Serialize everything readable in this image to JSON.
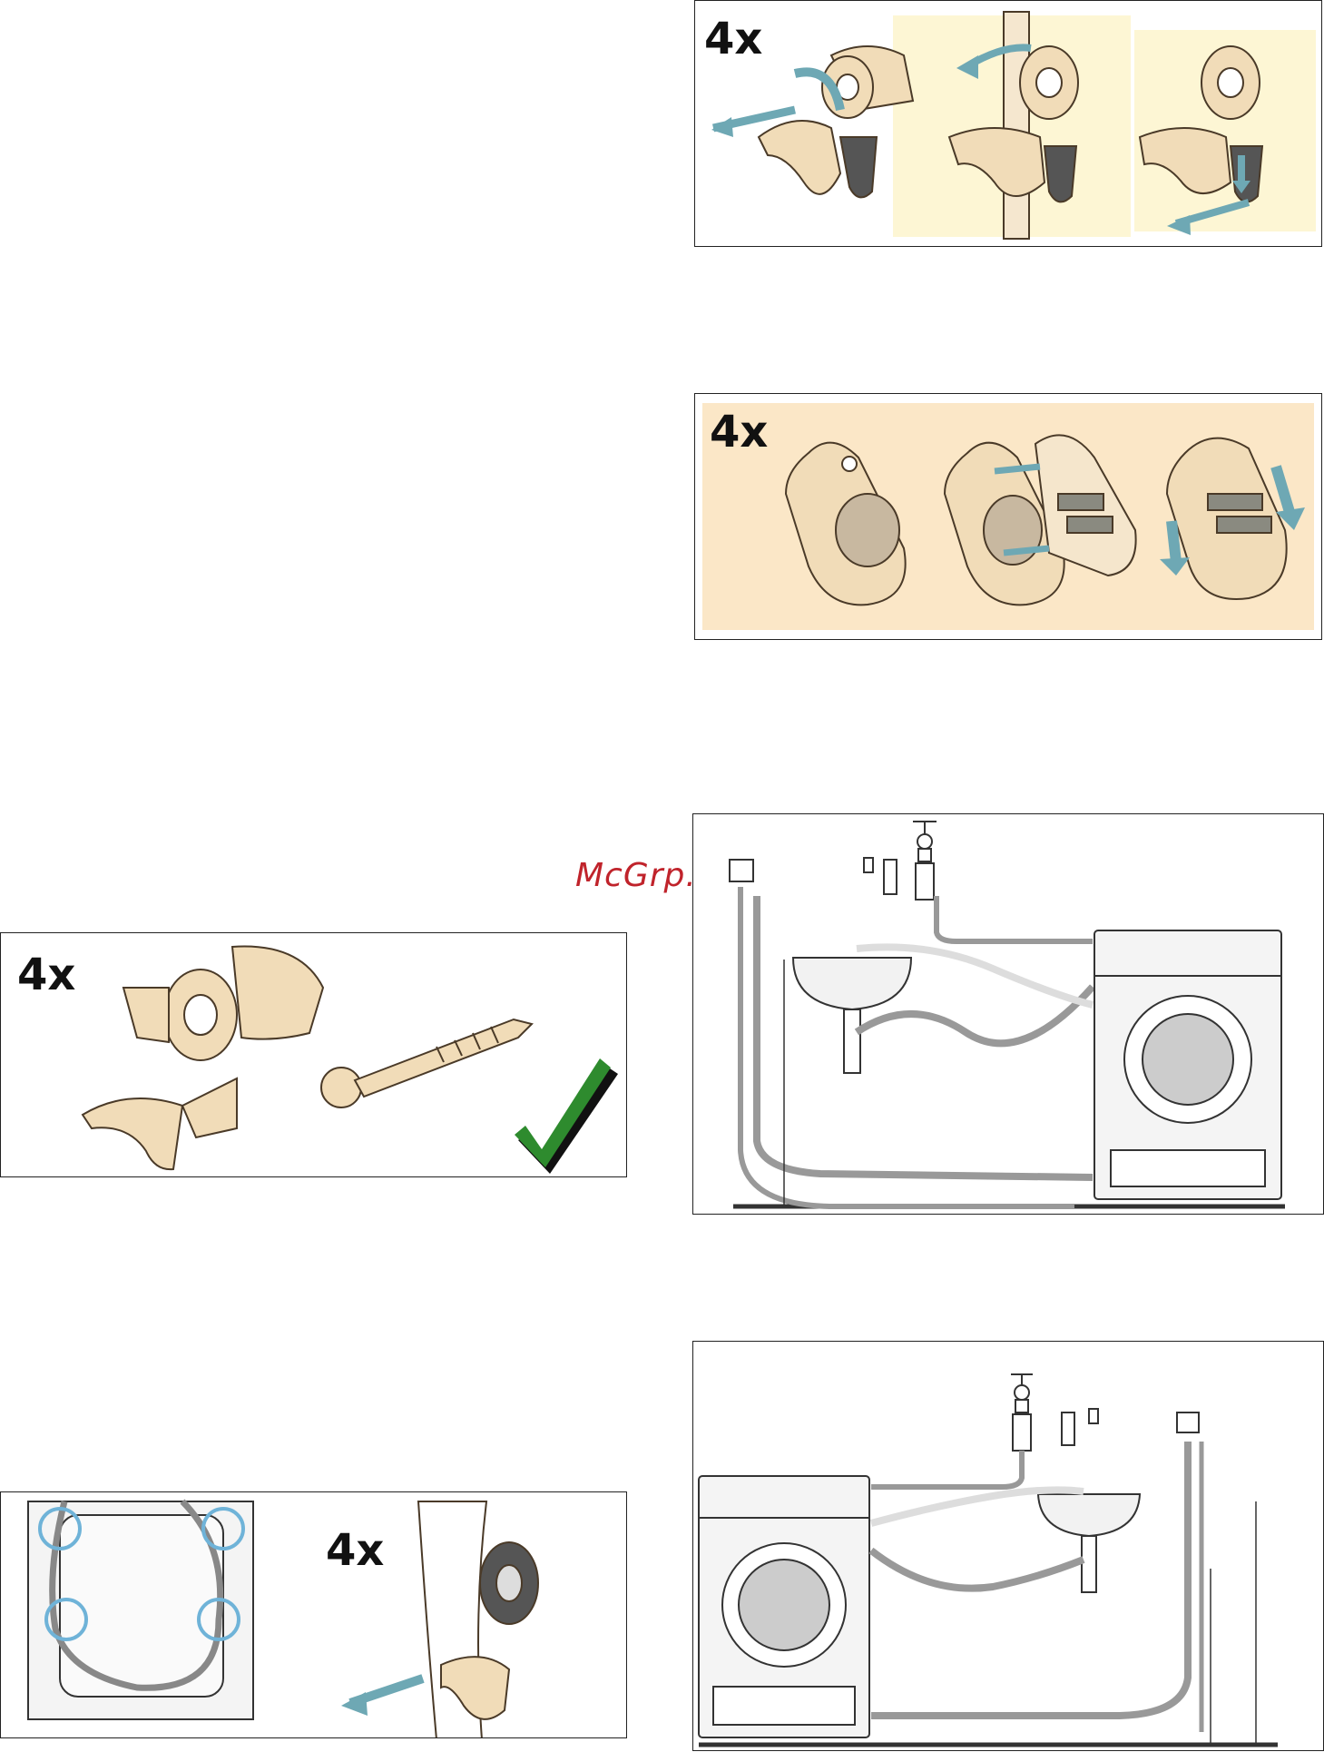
{
  "watermark": "McGrp.Ru",
  "panels": {
    "remove_bolts": {
      "multiplier": "4x"
    },
    "cover_caps": {
      "multiplier": "4x"
    },
    "keep_parts": {
      "multiplier": "4x"
    },
    "hose_clips": {
      "multiplier": "4x"
    }
  },
  "colors": {
    "plastic": "#f1dcb8",
    "plastic_stroke": "#4a3a28",
    "highlight_bg": "#fdf6d4",
    "cap_bg": "#fbe7c7",
    "arrow": "#6ea8b4",
    "check_green": "#2e8b2e",
    "circle_blue": "#6fb3d8",
    "hose": "#8c8c8c"
  }
}
